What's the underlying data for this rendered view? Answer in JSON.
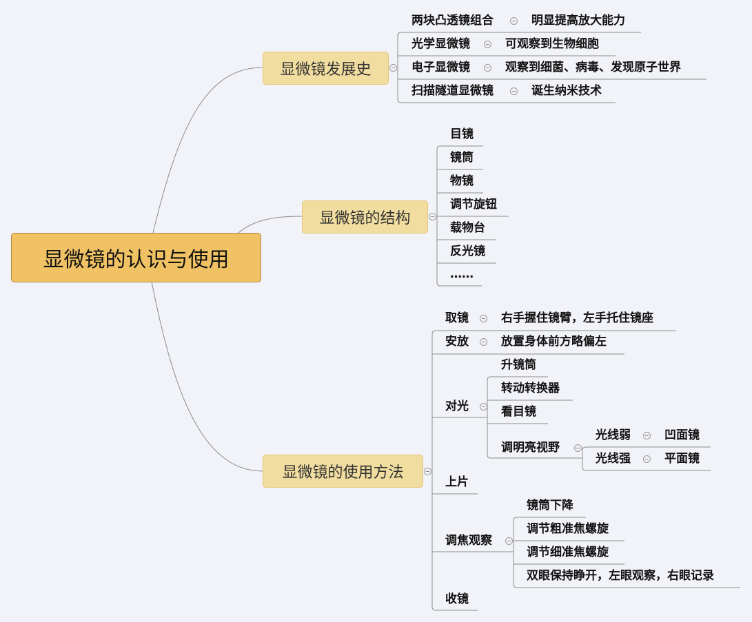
{
  "root": "显微镜的认识与使用",
  "history": {
    "label": "显微镜发展史",
    "items": [
      {
        "label": "两块凸透镜组合",
        "detail": "明显提高放大能力"
      },
      {
        "label": "光学显微镜",
        "detail": "可观察到生物细胞"
      },
      {
        "label": "电子显微镜",
        "detail": "观察到细菌、病毒、发现原子世界"
      },
      {
        "label": "扫描隧道显微镜",
        "detail": "诞生纳米技术"
      }
    ]
  },
  "structure": {
    "label": "显微镜的结构",
    "items": [
      "目镜",
      "镜筒",
      "物镜",
      "调节旋钮",
      "载物台",
      "反光镜",
      "……"
    ]
  },
  "usage": {
    "label": "显微镜的使用方法",
    "take": {
      "label": "取镜",
      "detail": "右手握住镜臂，左手托住镜座"
    },
    "place": {
      "label": "安放",
      "detail": "放置身体前方略偏左"
    },
    "light": {
      "label": "对光",
      "items": [
        "升镜筒",
        "转动转换器",
        "看目镜"
      ],
      "adjust": {
        "label": "调明亮视野",
        "weak": {
          "label": "光线弱",
          "detail": "凹面镜"
        },
        "strong": {
          "label": "光线强",
          "detail": "平面镜"
        }
      }
    },
    "slide": "上片",
    "focus": {
      "label": "调焦观察",
      "items": [
        "镜筒下降",
        "调节粗准焦螺旋",
        "调节细准焦螺旋",
        "双眼保持睁开，左眼观察，右眼记录"
      ]
    },
    "store": "收镜"
  }
}
